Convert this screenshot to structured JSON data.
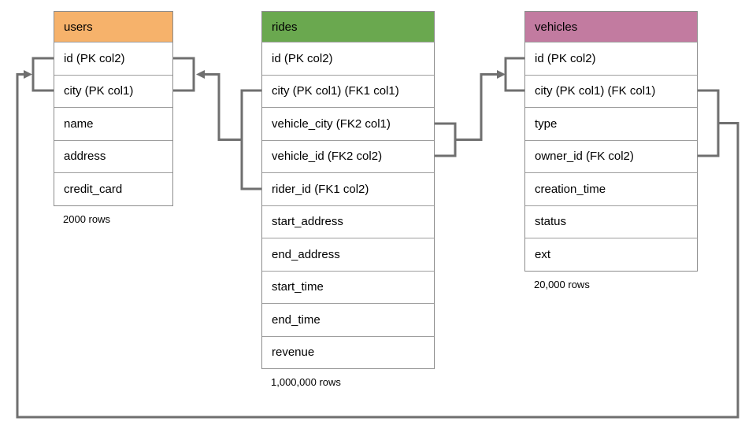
{
  "diagram": {
    "background_color": "#ffffff",
    "connector_color": "#6f6f6f",
    "border_color": "#9e9e9e",
    "tables": [
      {
        "name": "users",
        "header_color": "#F6B26B",
        "columns": [
          "id (PK col2)",
          "city (PK col1)",
          "name",
          "address",
          "credit_card"
        ],
        "row_count": "2000 rows"
      },
      {
        "name": "rides",
        "header_color": "#6AA84F",
        "columns": [
          "id (PK col2)",
          "city (PK col1) (FK1 col1)",
          "vehicle_city (FK2 col1)",
          "vehicle_id (FK2 col2)",
          "rider_id (FK1 col2)",
          "start_address",
          "end_address",
          "start_time",
          "end_time",
          "revenue"
        ],
        "row_count": "1,000,000 rows"
      },
      {
        "name": "vehicles",
        "header_color": "#C27BA0",
        "columns": [
          "id (PK col2)",
          "city (PK col1) (FK col1)",
          "type",
          "owner_id (FK col2)",
          "creation_time",
          "status",
          "ext"
        ],
        "row_count": "20,000 rows"
      }
    ],
    "relationships": [
      {
        "label": "FK1",
        "from_table": "rides",
        "from_columns": [
          "city",
          "rider_id"
        ],
        "to_table": "users",
        "to_columns": [
          "id",
          "city"
        ]
      },
      {
        "label": "FK2",
        "from_table": "rides",
        "from_columns": [
          "vehicle_city",
          "vehicle_id"
        ],
        "to_table": "vehicles",
        "to_columns": [
          "id",
          "city"
        ]
      },
      {
        "label": "FK",
        "from_table": "vehicles",
        "from_columns": [
          "city",
          "owner_id"
        ],
        "to_table": "users",
        "to_columns": [
          "id",
          "city"
        ]
      }
    ]
  }
}
